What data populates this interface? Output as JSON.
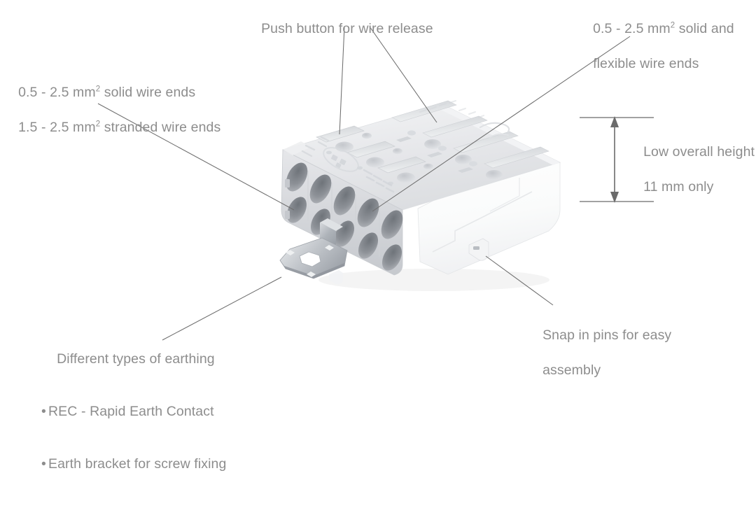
{
  "diagram": {
    "subject": "push-wire terminal connector block",
    "background_color": "#ffffff",
    "text_color": "#8d8d8d",
    "leader_color": "#6e6e6e"
  },
  "callouts": {
    "push_button": {
      "line1": "Push button for wire release"
    },
    "top_right": {
      "line1_pre": "0.5 - 2.5 mm",
      "line1_sup": "2",
      "line1_post": " solid and",
      "line2": "flexible wire ends"
    },
    "left": {
      "line1_pre": "0.5 - 2.5 mm",
      "line1_sup": "2",
      "line1_post": " solid wire ends",
      "line2_pre": "1.5 - 2.5 mm",
      "line2_sup": "2",
      "line2_post": " stranded wire ends"
    },
    "height": {
      "line1": "Low overall height",
      "line2": "11 mm only"
    },
    "earthing": {
      "title": "Different types of earthing",
      "bullets": [
        "REC - Rapid Earth Contact",
        "Earth bracket for screw fixing"
      ]
    },
    "snap_in": {
      "line1": "Snap in pins for easy",
      "line2": "assembly"
    }
  },
  "product": {
    "body_color": "#fbfbfc",
    "top_face_color": "#e9eaec",
    "front_face_color": "#d9dadd",
    "hole_color": "#9b9ea3",
    "metal_color": "#b7bbc0",
    "poles": 5,
    "markings": {
      "logo_badge": "oval embossed logo",
      "side_text": "embossed rating text"
    }
  }
}
